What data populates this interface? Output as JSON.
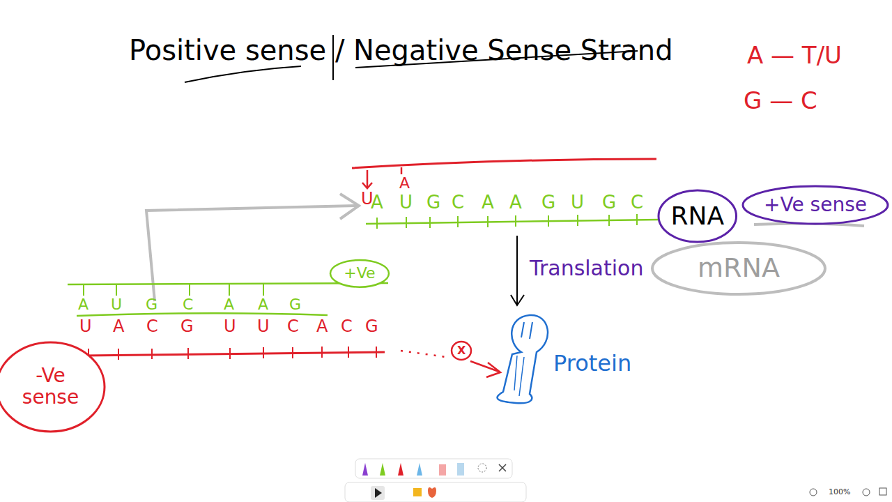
{
  "diagram": {
    "title": "Positive sense / Negative Sense Strand",
    "nodes": [
      {
        "text": [
          "RNA"
        ]
      },
      {
        "text": [
          "+Ve sense"
        ]
      },
      {
        "text": [
          "mRNA"
        ]
      },
      {
        "text": [
          "+Ve"
        ]
      },
      {
        "text": [
          "-Ve sense"
        ]
      }
    ],
    "labels": [
      "A — T/U",
      "G — C",
      "U",
      "A",
      "A",
      "U",
      "G",
      "C",
      "A",
      "A",
      "G",
      "U",
      "G",
      "C",
      "Translation",
      "Protein",
      "A",
      "U",
      "G",
      "C",
      "A",
      "A",
      "G",
      "U",
      "A",
      "C",
      "G",
      "U",
      "U",
      "C",
      "A",
      "C",
      "G",
      "X",
      "100%"
    ]
  }
}
